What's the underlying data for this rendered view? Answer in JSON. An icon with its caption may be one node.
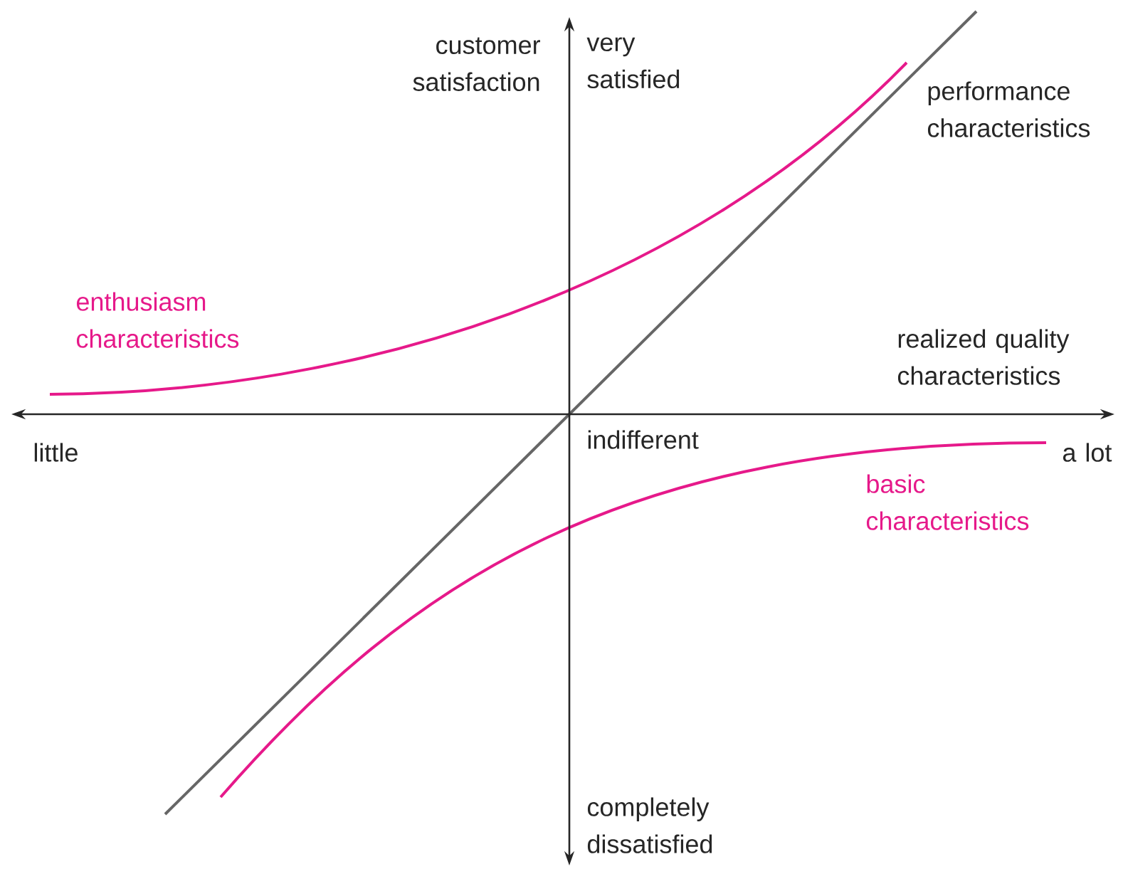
{
  "diagram": {
    "labels": [
      "customer satisfaction",
      "very satisfied",
      "performance characteristics",
      "enthusiasm characteristics",
      "realized quality characteristics",
      "little",
      "indifferent",
      "a lot",
      "basic characteristics",
      "completely dissatisfied"
    ]
  }
}
